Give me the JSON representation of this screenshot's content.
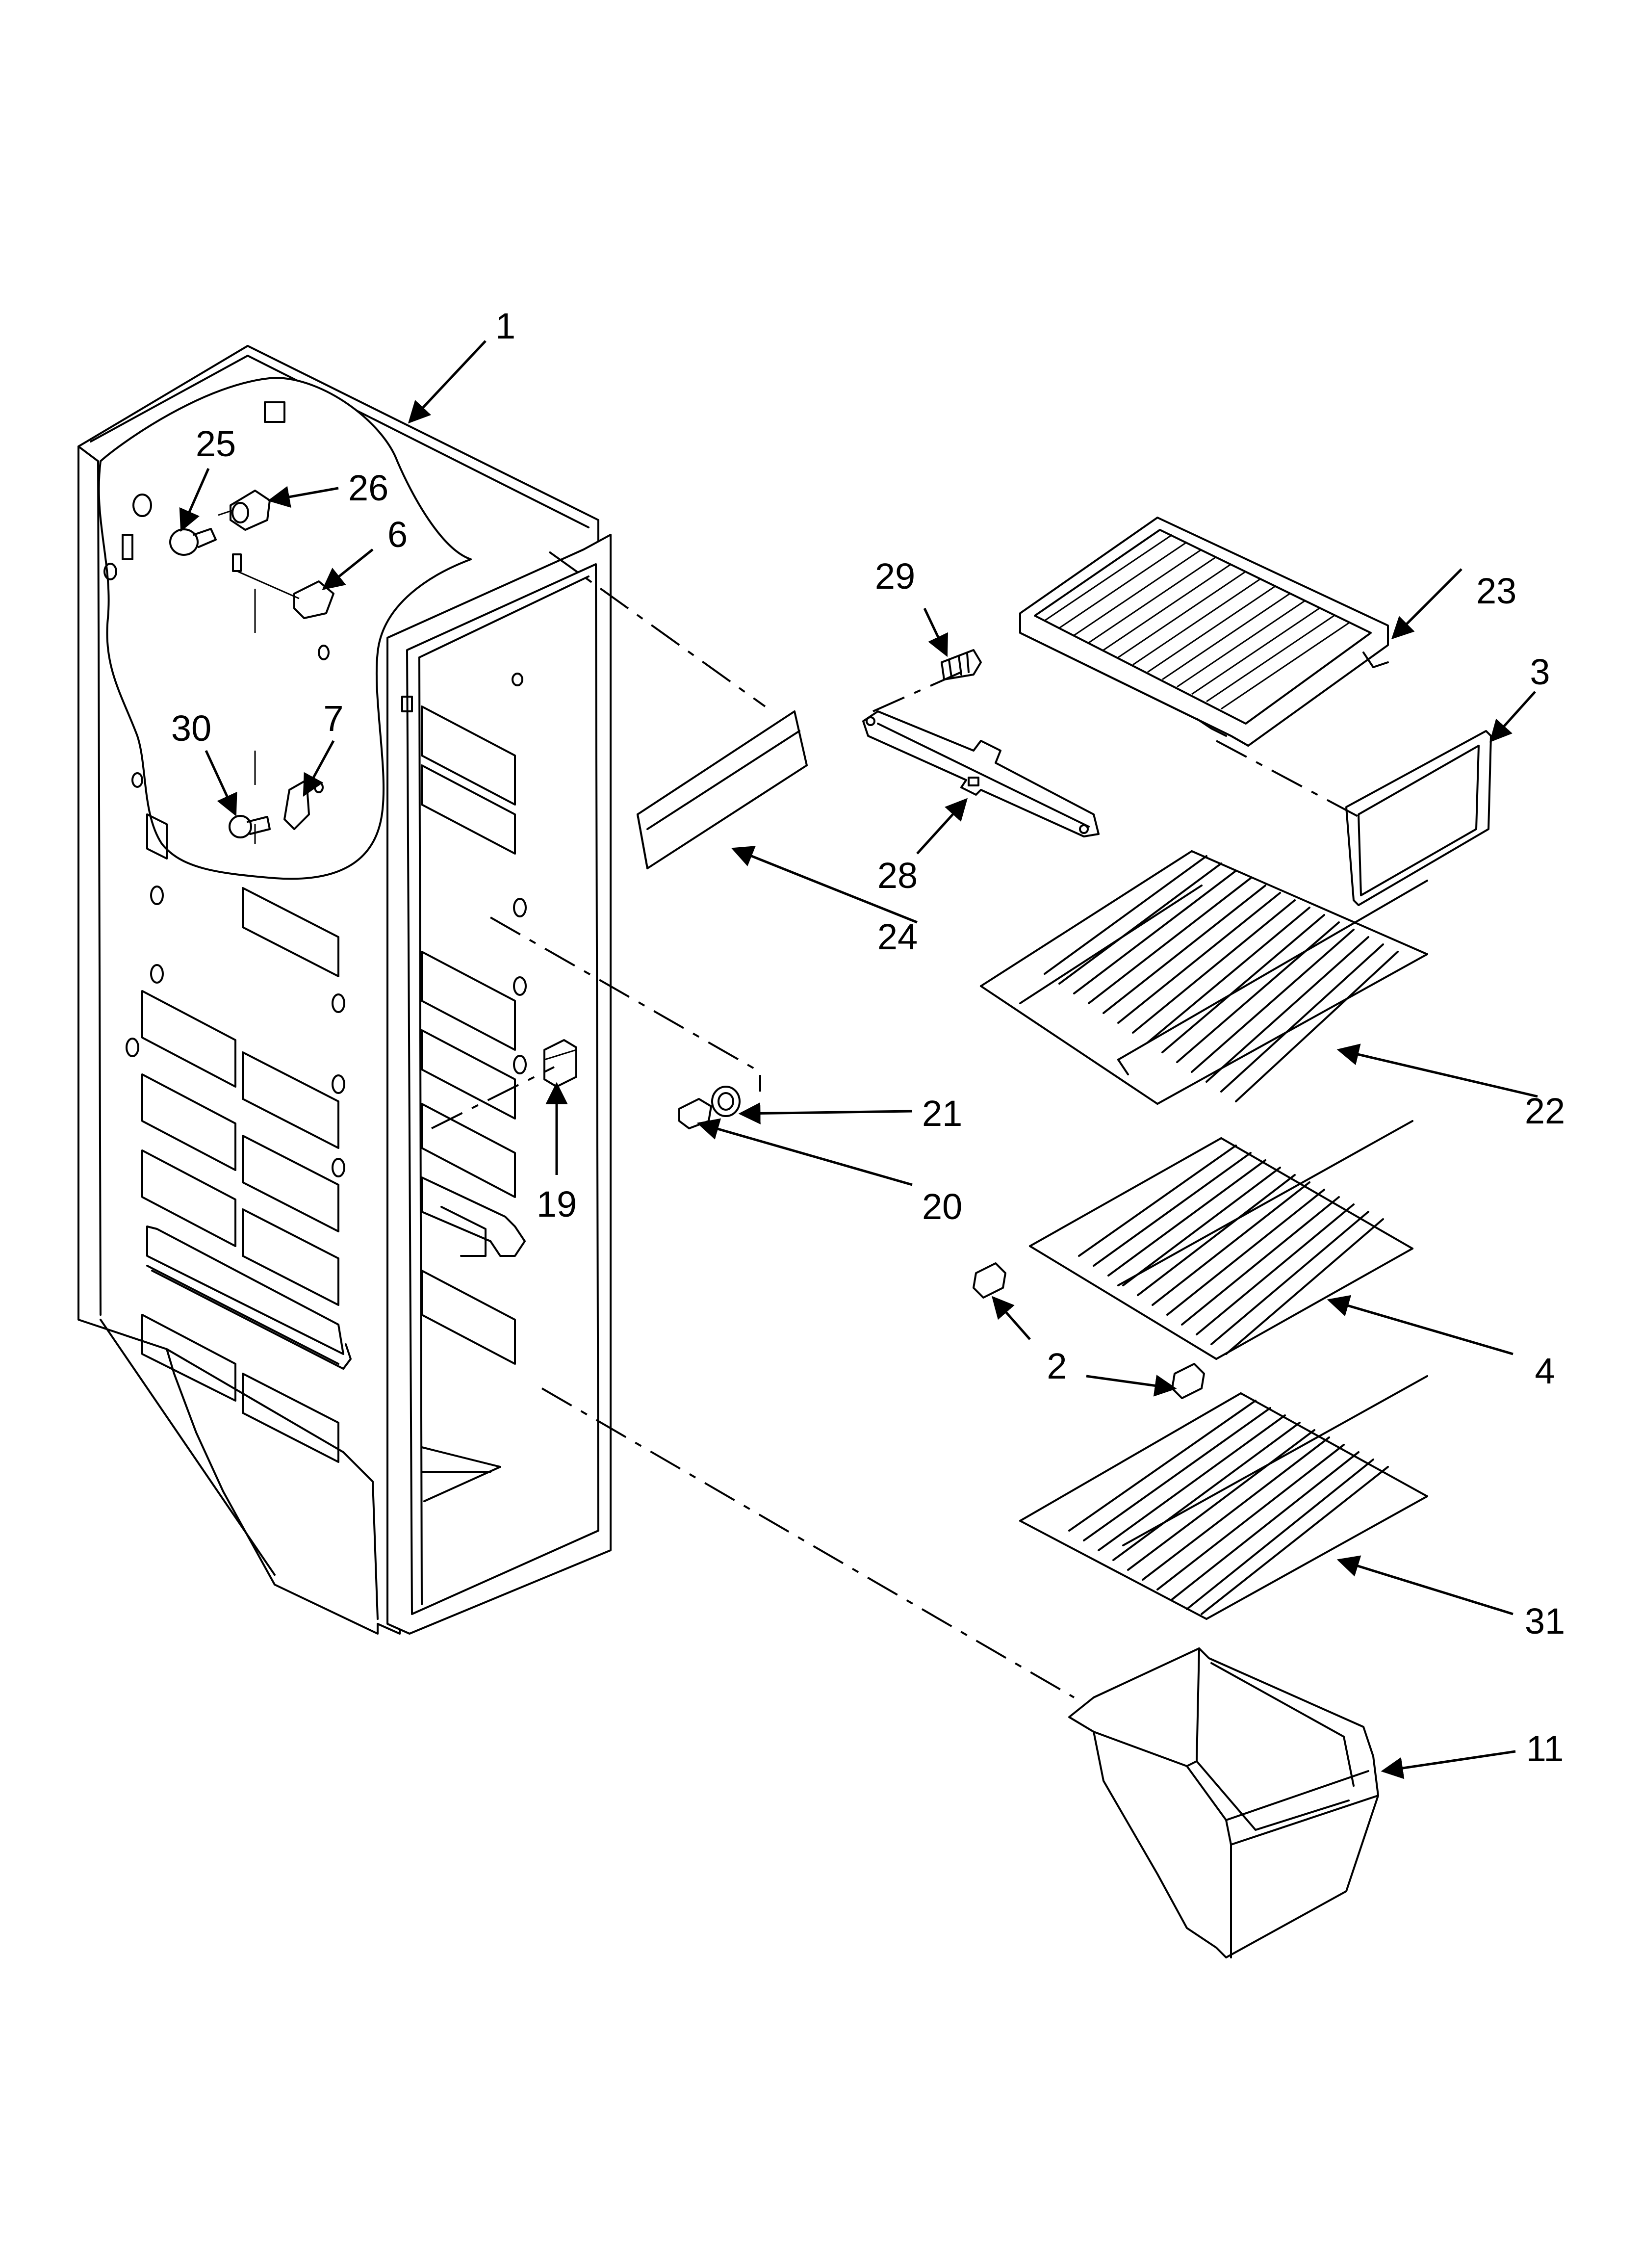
{
  "callouts": [
    {
      "id": "c1",
      "label": "1"
    },
    {
      "id": "c25",
      "label": "25"
    },
    {
      "id": "c26",
      "label": "26"
    },
    {
      "id": "c6",
      "label": "6"
    },
    {
      "id": "c30",
      "label": "30"
    },
    {
      "id": "c7",
      "label": "7"
    },
    {
      "id": "c29",
      "label": "29"
    },
    {
      "id": "c23",
      "label": "23"
    },
    {
      "id": "c3",
      "label": "3"
    },
    {
      "id": "c28",
      "label": "28"
    },
    {
      "id": "c24",
      "label": "24"
    },
    {
      "id": "c22",
      "label": "22"
    },
    {
      "id": "c21",
      "label": "21"
    },
    {
      "id": "c20",
      "label": "20"
    },
    {
      "id": "c19",
      "label": "19"
    },
    {
      "id": "c2",
      "label": "2"
    },
    {
      "id": "c4",
      "label": "4"
    },
    {
      "id": "c31",
      "label": "31"
    },
    {
      "id": "c11",
      "label": "11"
    }
  ],
  "colors": {
    "line": "#000000",
    "background": "#ffffff"
  }
}
